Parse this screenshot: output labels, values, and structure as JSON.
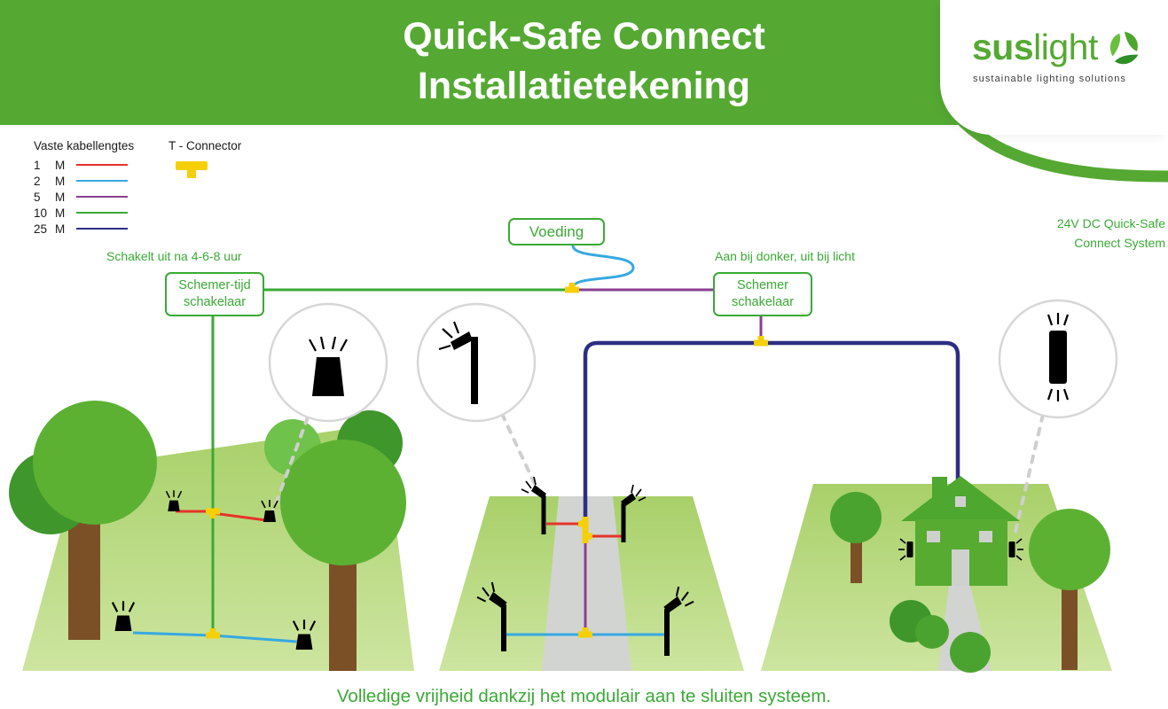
{
  "colors": {
    "banner_green": "#55a933",
    "accent_green": "#3aaa35",
    "cable_1m": "#e6332a",
    "cable_2m": "#36a9e1",
    "cable_5m": "#8a3f92",
    "cable_10m": "#3aaa35",
    "cable_25m": "#2d2e83",
    "connector_yellow": "#f5d008"
  },
  "header": {
    "title_line1": "Quick-Safe Connect",
    "title_line2": "Installatietekening"
  },
  "logo": {
    "brand_bold": "sus",
    "brand_rest": "light",
    "tagline": "sustainable lighting solutions",
    "swirl_icon": "leaf-swirl-icon"
  },
  "legend": {
    "title": "Vaste kabellengtes",
    "t_connector_label": "T - Connector",
    "items": [
      {
        "value": "1",
        "unit": "M"
      },
      {
        "value": "2",
        "unit": "M"
      },
      {
        "value": "5",
        "unit": "M"
      },
      {
        "value": "10",
        "unit": "M"
      },
      {
        "value": "25",
        "unit": "M"
      }
    ]
  },
  "diagram": {
    "voeding_label": "Voeding",
    "timer_switch_line1": "Schemer-tijd",
    "timer_switch_line2": "schakelaar",
    "timer_note": "Schakelt uit na 4-6-8 uur",
    "dusk_switch_line1": "Schemer",
    "dusk_switch_line2": "schakelaar",
    "dusk_note": "Aan bij donker, uit bij licht",
    "system_line1": "24V DC Quick-Safe",
    "system_line2": "Connect System"
  },
  "footer": {
    "caption": "Volledige vrijheid dankzij het modulair aan te sluiten systeem."
  }
}
